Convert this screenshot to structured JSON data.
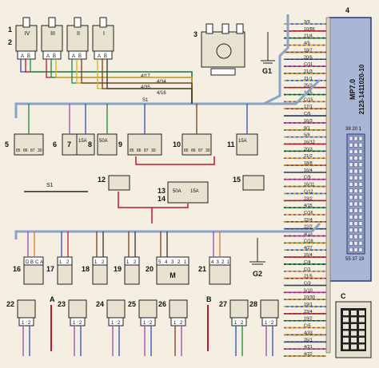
{
  "components": {
    "c1": "1",
    "c2": "2",
    "c3": "3",
    "c4": "4",
    "c5": "5",
    "c6": "6",
    "c7": "7",
    "c8": "8",
    "c9": "9",
    "c10": "10",
    "c11": "11",
    "c12": "12",
    "c13": "13",
    "c14": "14",
    "c15": "15",
    "c16": "16",
    "c17": "17",
    "c18": "18",
    "c19": "19",
    "c20": "20",
    "c21": "21",
    "c22": "22",
    "c23": "23",
    "c24": "24",
    "c25": "25",
    "c26": "26",
    "c27": "27",
    "c28": "28"
  },
  "roman": [
    "IV",
    "III",
    "II",
    "I"
  ],
  "grounds": {
    "g1": "G1",
    "g2": "G2"
  },
  "splice": "S1",
  "ecu": {
    "line1": "MP7.0",
    "line2": "2123-1411020-10",
    "pins_top": "38 20 1",
    "pins_bottom": "55 37 19"
  },
  "letters": {
    "a": "A",
    "b": "B",
    "c": "C"
  },
  "relay_pins": [
    "85",
    "86",
    "87",
    "30"
  ],
  "fuses": {
    "f1": "15A",
    "f2": "50A",
    "f3": "50A",
    "f4": "15A",
    "f5": "15A"
  },
  "connector_pins": {
    "abc": [
      "A",
      "B",
      "C"
    ],
    "dbca": [
      "D",
      "B",
      "C",
      "A"
    ],
    "p12": [
      "1",
      "2"
    ],
    "p321": [
      "3",
      "2",
      "1"
    ],
    "p54321": [
      "5",
      "4",
      "3",
      "2",
      "1"
    ],
    "p4321": [
      "4",
      "3",
      "2",
      "1"
    ]
  },
  "motor": "M",
  "left_wires": [
    "4/17",
    "4/34",
    "4/35",
    "4/16",
    "S1"
  ],
  "wire_labels_right": [
    "3/9",
    "10/86",
    "21/4",
    "4/5",
    "18/7",
    "20/5",
    "C/11",
    "21/3",
    "21/1",
    "25/3",
    "1/25",
    "C/15",
    "17/1",
    "C/6",
    "16/3",
    "9/1",
    "5/6",
    "16/12",
    "20/3",
    "21/2",
    "18/8",
    "16/4",
    "C/9",
    "16/11",
    "C/12",
    "23/2",
    "4/15",
    "C/16",
    "22/4",
    "22/2",
    "4/13",
    "C/18",
    "4/27",
    "15/4",
    "C/4",
    "C/1",
    "21/5",
    "C/3",
    "5/10",
    "10/30",
    "19/1",
    "23/4",
    "19/2",
    "C/5",
    "4/33",
    "25/1",
    "4/21",
    "4/22"
  ]
}
